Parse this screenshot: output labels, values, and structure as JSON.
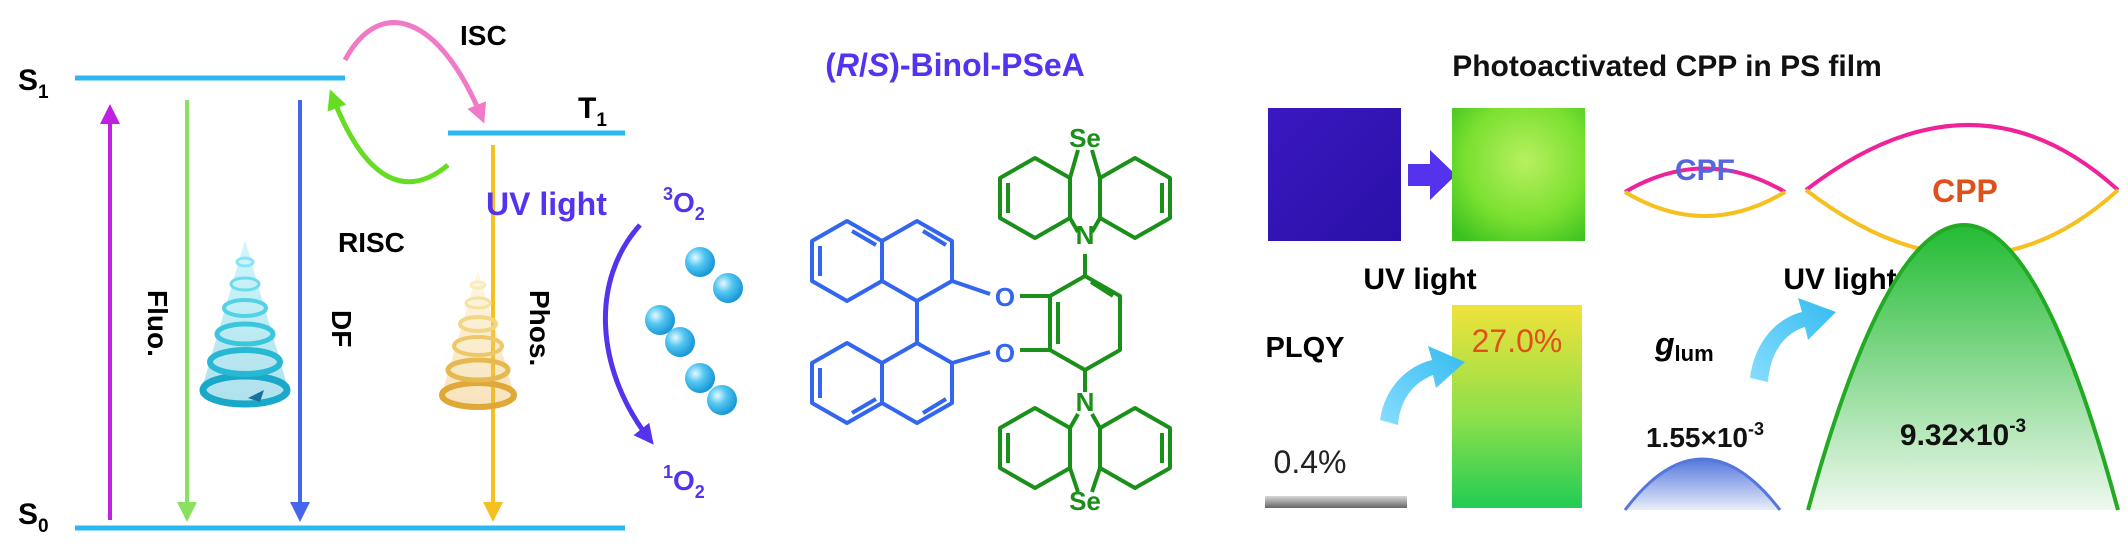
{
  "jablonski": {
    "s1_main": "S",
    "s1_sub": "1",
    "s0_main": "S",
    "s0_sub": "0",
    "t1_main": "T",
    "t1_sub": "1",
    "isc": "ISC",
    "risc": "RISC",
    "fluo": "Fluo.",
    "df": "DF",
    "phos": "Phos.",
    "uv_light": "UV light",
    "o2_triplet_sup": "3",
    "o2_triplet_main": "O",
    "o2_triplet_sub": "2",
    "o2_singlet_sup": "1",
    "o2_singlet_main": "O",
    "o2_singlet_sub": "2"
  },
  "molecule": {
    "title_open": "(",
    "title_r": "R",
    "title_slash": "/",
    "title_s": "S",
    "title_rest": ")-Binol-PSeA",
    "atom_se_top": "Se",
    "atom_se_bottom": "Se",
    "atom_n_top": "N",
    "atom_n_bottom": "N",
    "atom_o_top": "O",
    "atom_o_bottom": "O"
  },
  "cpp": {
    "title": "Photoactivated CPP in PS film",
    "cpf": "CPF",
    "cpp": "CPP",
    "uv_light_left": "UV light",
    "uv_light_right": "UV light",
    "plqy": "PLQY",
    "plqy_before": "0.4%",
    "plqy_after": "27.0%",
    "plqy_before_value": 0.4,
    "plqy_after_value": 27.0,
    "glum_main": "g",
    "glum_sub": "lum",
    "glum_before": "1.55×10",
    "glum_before_exp": "-3",
    "glum_after": "9.32×10",
    "glum_after_exp": "-3"
  },
  "colors": {
    "level": "#2bb8f0",
    "isc_arrow": "#f07ac8",
    "risc_arrow": "#66dd22",
    "absorption": "#c020e0",
    "fluo": "#8ae060",
    "df": "#4466ee",
    "phos": "#f5c020",
    "uv_text": "#5533ee",
    "molecule_blue": "#3366ee",
    "molecule_green": "#1a8f1a",
    "cpf_text": "#5566dd",
    "cpp_text": "#e0501a",
    "pink": "#ee2299",
    "yellow": "#f5c020",
    "green": "#22aa22",
    "light_blue": "#55c8f2"
  }
}
